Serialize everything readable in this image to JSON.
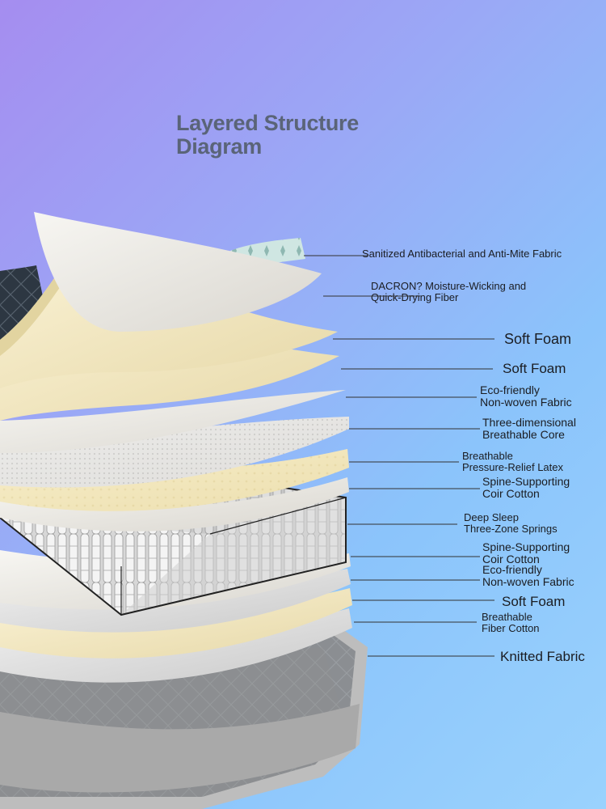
{
  "title": {
    "line1": "Layered Structure",
    "line2": "Diagram"
  },
  "colors": {
    "cream": "#efe4bf",
    "white_sheet": "#ece9e2",
    "grey_sheet": "#d8d8d8",
    "leader_line": "#333333"
  },
  "layers": [
    {
      "lines": [
        "Sanitized Antibacterial and Anti-Mite Fabric"
      ]
    },
    {
      "lines": [
        "DACRON? Moisture-Wicking and",
        "Quick-Drying Fiber"
      ]
    },
    {
      "lines": [
        "Soft Foam"
      ]
    },
    {
      "lines": [
        "Soft Foam"
      ]
    },
    {
      "lines": [
        "Eco-friendly",
        "Non-woven Fabric"
      ]
    },
    {
      "lines": [
        "Three-dimensional",
        "Breathable Core"
      ]
    },
    {
      "lines": [
        "Breathable",
        "Pressure-Relief Latex"
      ]
    },
    {
      "lines": [
        "Spine-Supporting",
        "Coir Cotton"
      ]
    },
    {
      "lines": [
        "Deep Sleep",
        "Three-Zone Springs"
      ]
    },
    {
      "lines": [
        "Spine-Supporting",
        "Coir Cotton"
      ]
    },
    {
      "lines": [
        "Eco-friendly",
        "Non-woven Fabric"
      ]
    },
    {
      "lines": [
        "Soft Foam"
      ]
    },
    {
      "lines": [
        "Breathable",
        "Fiber Cotton"
      ]
    },
    {
      "lines": [
        "Knitted Fabric"
      ]
    }
  ]
}
